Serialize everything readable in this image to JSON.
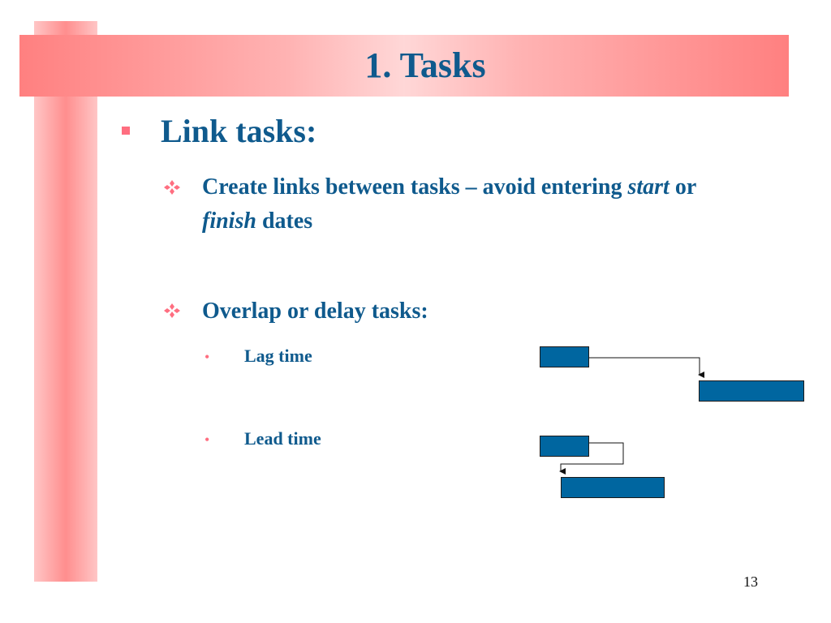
{
  "slide": {
    "title": "1. Tasks",
    "page_number": "13",
    "heading": "Link tasks:",
    "points": [
      {
        "line1_before": "Create links between tasks – avoid entering ",
        "line1_italic": "start",
        "line1_after": " or",
        "line2_italic": "finish",
        "line2_after": " dates"
      },
      {
        "text": "Overlap or delay tasks:"
      }
    ],
    "subpoints": [
      "Lag time",
      "Lead time"
    ]
  },
  "colors": {
    "text": "#0f5a8d",
    "bullet": "#ff6e80",
    "task_fill": "#0066a0",
    "title_band": "#ff8080"
  }
}
